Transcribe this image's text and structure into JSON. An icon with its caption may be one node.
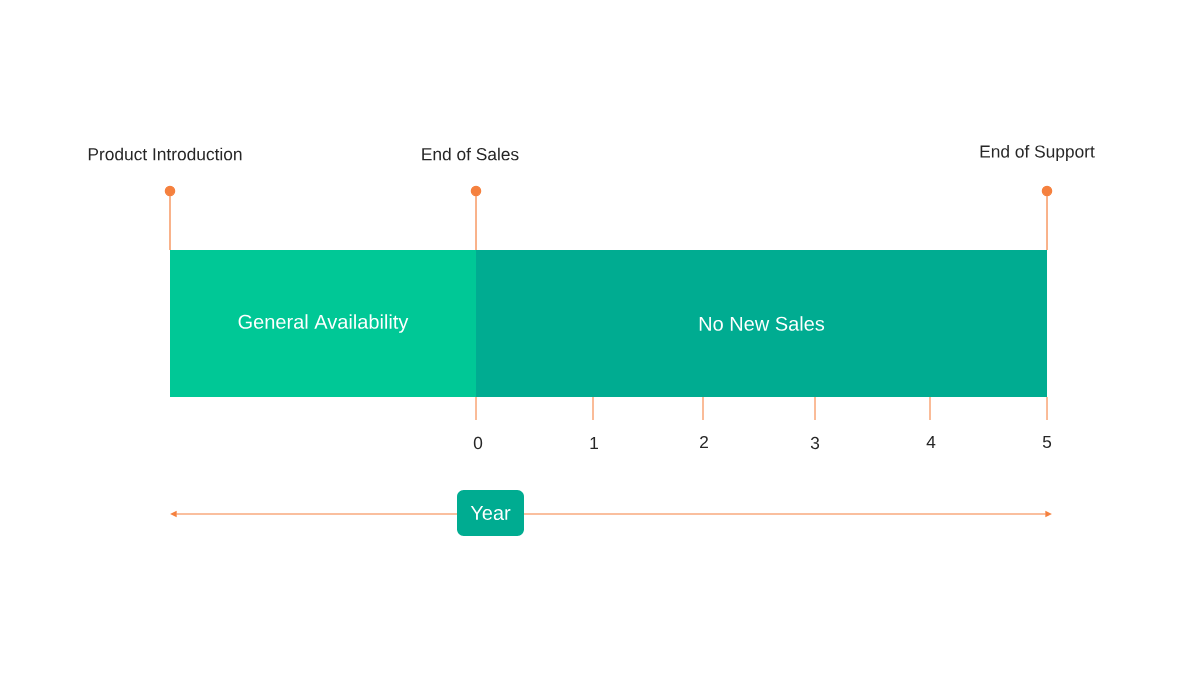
{
  "diagram": {
    "nodes": [
      {
        "text": [
          "General Availability"
        ]
      },
      {
        "text": [
          "No New Sales"
        ]
      },
      {
        "text": [
          "Year"
        ]
      }
    ],
    "labels": [
      "Product Introduction",
      "End of Sales",
      "End of Support",
      "0",
      "1",
      "2",
      "3",
      "4",
      "5"
    ]
  }
}
